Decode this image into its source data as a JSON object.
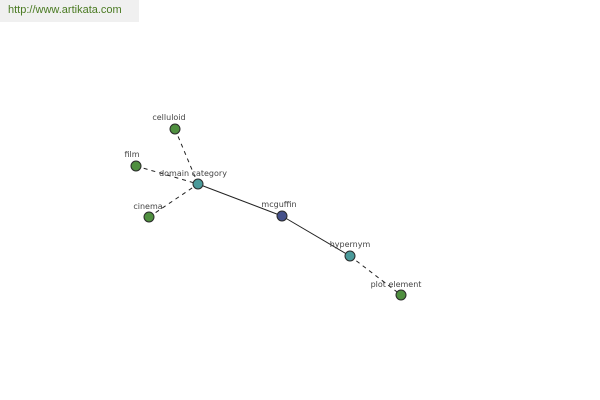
{
  "banner": {
    "url_text": "http://www.artikata.com"
  },
  "graph": {
    "colors": {
      "leaf": "#4f8f3f",
      "relation": "#4a9a9a",
      "center": "#44508a",
      "edge": "#222222"
    },
    "nodes": [
      {
        "id": "celluloid",
        "label": "celluloid",
        "kind": "leaf"
      },
      {
        "id": "film",
        "label": "film",
        "kind": "leaf"
      },
      {
        "id": "domain-category",
        "label": "domain category",
        "kind": "relation"
      },
      {
        "id": "cinema",
        "label": "cinema",
        "kind": "leaf"
      },
      {
        "id": "mcguffin",
        "label": "mcguffin",
        "kind": "center"
      },
      {
        "id": "hypernym",
        "label": "hypernym",
        "kind": "relation"
      },
      {
        "id": "plot-element",
        "label": "plot element",
        "kind": "leaf"
      }
    ],
    "edges": [
      {
        "from": "celluloid",
        "to": "domain-category",
        "style": "dashed"
      },
      {
        "from": "film",
        "to": "domain-category",
        "style": "dashed"
      },
      {
        "from": "cinema",
        "to": "domain-category",
        "style": "dashed"
      },
      {
        "from": "domain-category",
        "to": "mcguffin",
        "style": "solid"
      },
      {
        "from": "mcguffin",
        "to": "hypernym",
        "style": "solid"
      },
      {
        "from": "hypernym",
        "to": "plot-element",
        "style": "dashed"
      }
    ]
  }
}
